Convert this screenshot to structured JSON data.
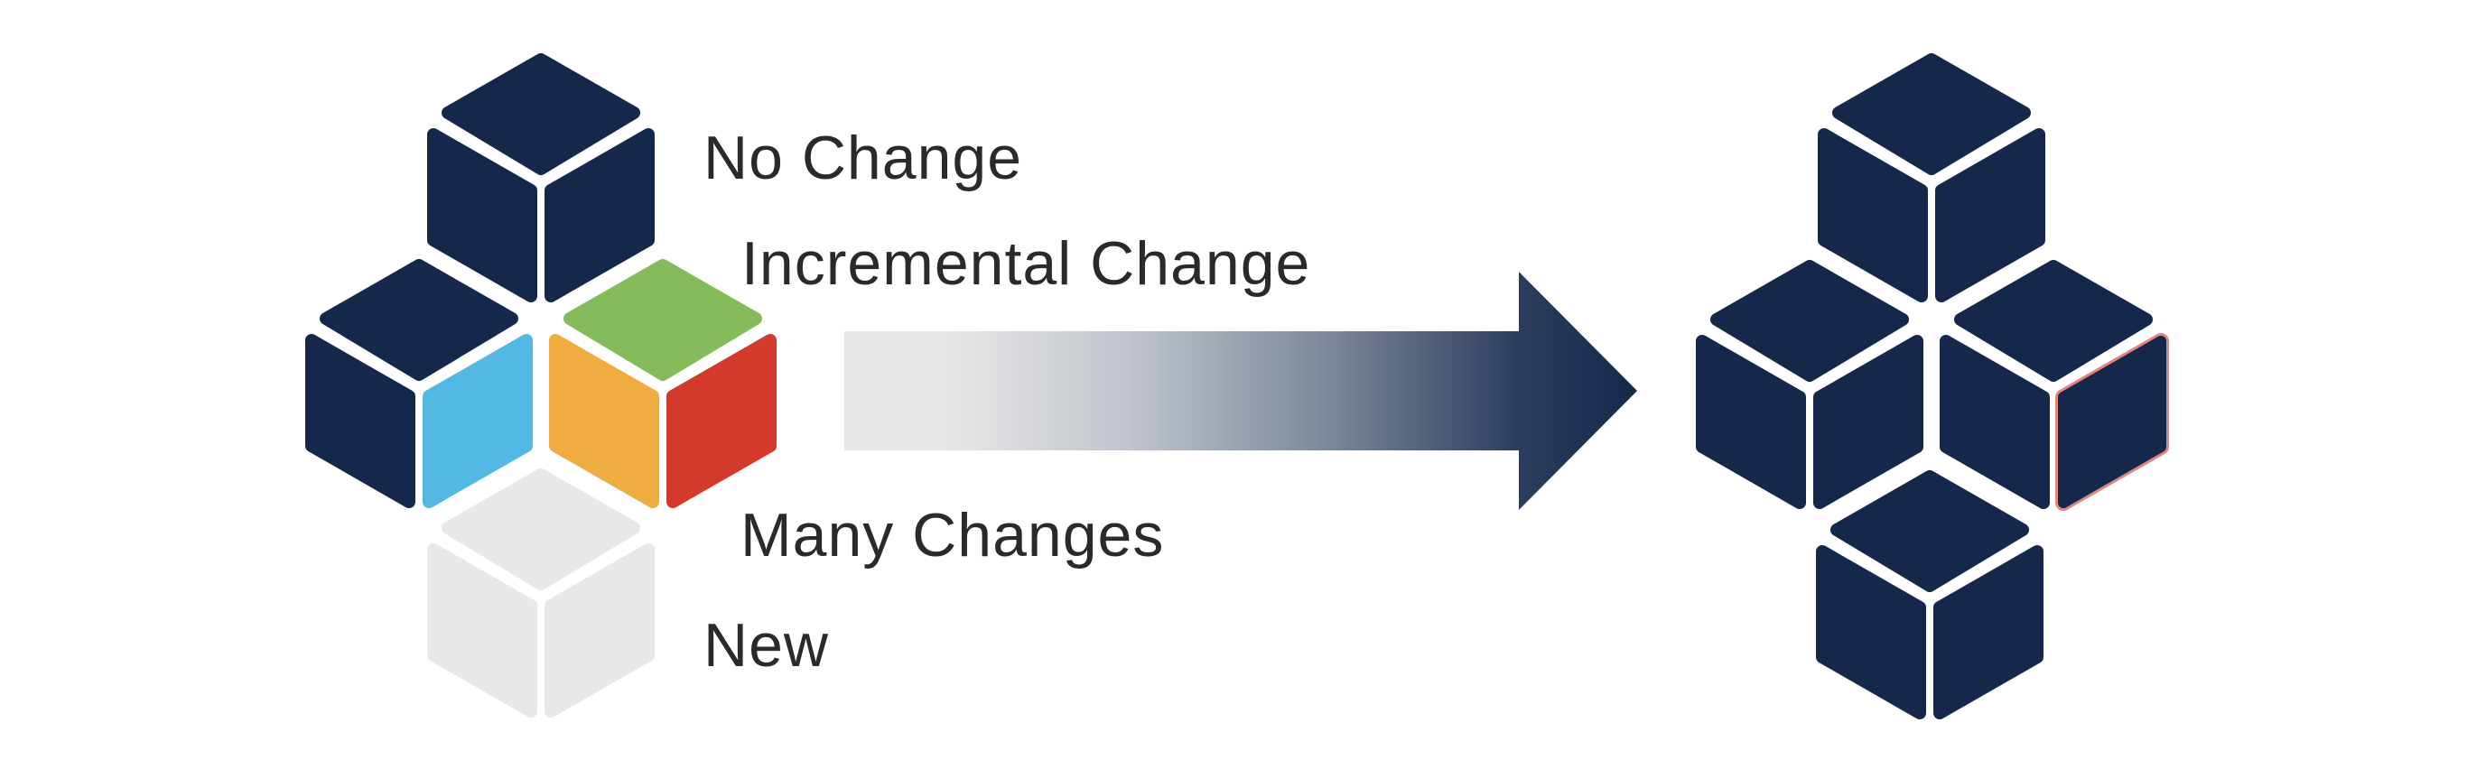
{
  "diagram": {
    "title": "Cube state transition",
    "labels": {
      "no_change": "No Change",
      "incremental_change": "Incremental Change",
      "many_changes": "Many Changes",
      "new": "New"
    },
    "colors": {
      "navy": "#15284b",
      "green": "#84bc5b",
      "light_blue": "#53b9e4",
      "orange": "#efac41",
      "red": "#d33a2c",
      "light_gray": "#e8e8e8",
      "outline_salmon": "#e0867c",
      "text": "#2a2a2a",
      "arrow_start": "#e8e8e8",
      "arrow_end": "#15284b"
    },
    "left_cluster": {
      "cubes": [
        {
          "position": "top",
          "state": "no change",
          "faces": {
            "top": "navy",
            "left": "navy",
            "right": "navy"
          }
        },
        {
          "position": "middle-left",
          "state": "no change",
          "faces": {
            "top": "navy",
            "left": "navy",
            "right": "light_blue"
          }
        },
        {
          "position": "middle-right",
          "state": "incremental / many changes",
          "faces": {
            "top": "green",
            "left": "orange",
            "right": "red"
          }
        },
        {
          "position": "bottom",
          "state": "new",
          "faces": {
            "top": "light_gray",
            "left": "light_gray",
            "right": "light_gray"
          }
        }
      ]
    },
    "arrow": {
      "direction": "right",
      "gradient": "light gray to navy"
    },
    "right_cluster": {
      "cubes": [
        {
          "position": "top",
          "faces": {
            "top": "navy",
            "left": "navy",
            "right": "navy"
          }
        },
        {
          "position": "middle-left",
          "faces": {
            "top": "navy",
            "left": "navy",
            "right": "navy"
          }
        },
        {
          "position": "middle-right",
          "faces": {
            "top": "navy",
            "left": "navy",
            "right": "navy (salmon outline)"
          }
        },
        {
          "position": "bottom",
          "faces": {
            "top": "navy",
            "left": "navy",
            "right": "navy"
          }
        }
      ]
    }
  }
}
